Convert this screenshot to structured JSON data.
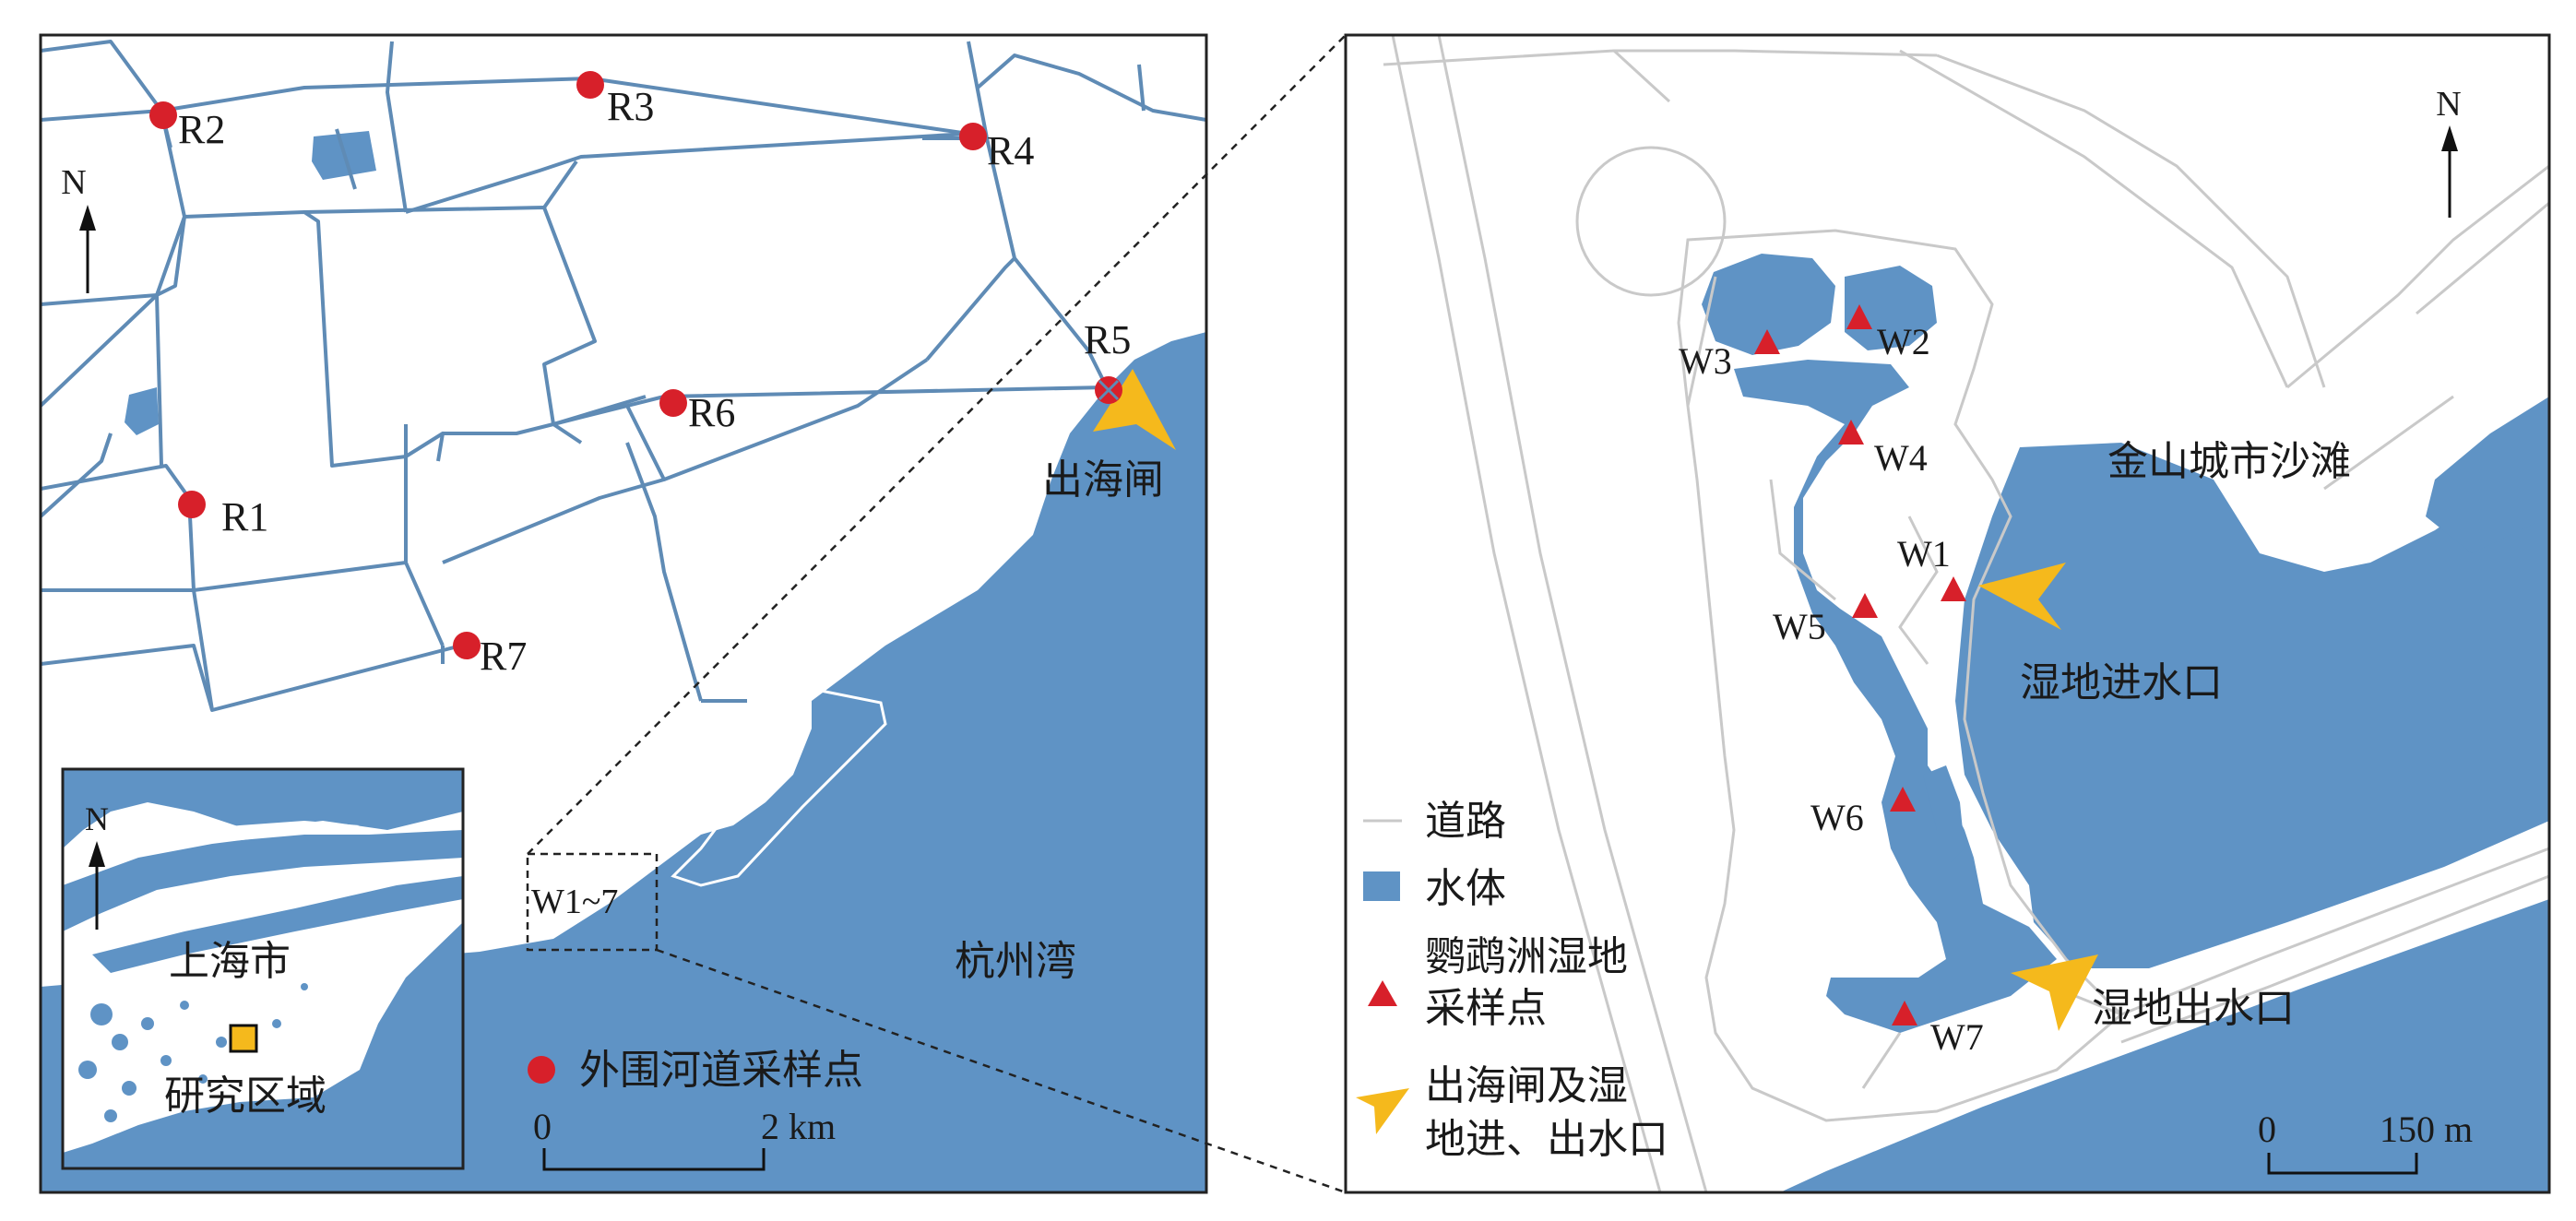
{
  "colors": {
    "water": "#5f93c5",
    "river_line": "#5f8bb5",
    "road": "#c9c9c9",
    "sample_red": "#d7202a",
    "arrow_yellow": "#f5b91c",
    "frame": "#222222"
  },
  "left_map": {
    "river_sites": [
      {
        "id": "R1",
        "label": "R1"
      },
      {
        "id": "R2",
        "label": "R2"
      },
      {
        "id": "R3",
        "label": "R3"
      },
      {
        "id": "R4",
        "label": "R4"
      },
      {
        "id": "R5",
        "label": "R5"
      },
      {
        "id": "R6",
        "label": "R6"
      },
      {
        "id": "R7",
        "label": "R7"
      }
    ],
    "sluice_label": "出海闸",
    "bay_label": "杭州湾",
    "wetland_box_label": "W1~7",
    "north_label": "N",
    "legend_river_sites": "外围河道采样点",
    "scale": {
      "zero": "0",
      "end": "2 km"
    },
    "inset": {
      "north_label": "N",
      "city_label": "上海市",
      "study_area_label": "研究区域"
    }
  },
  "right_map": {
    "wetland_sites": [
      {
        "id": "W1",
        "label": "W1"
      },
      {
        "id": "W2",
        "label": "W2"
      },
      {
        "id": "W3",
        "label": "W3"
      },
      {
        "id": "W4",
        "label": "W4"
      },
      {
        "id": "W5",
        "label": "W5"
      },
      {
        "id": "W6",
        "label": "W6"
      },
      {
        "id": "W7",
        "label": "W7"
      }
    ],
    "beach_label": "金山城市沙滩",
    "inlet_label": "湿地进水口",
    "outlet_label": "湿地出水口",
    "north_label": "N",
    "legend": {
      "road": "道路",
      "water": "水体",
      "wetland_sites_line1": "鹦鹉洲湿地",
      "wetland_sites_line2": "采样点",
      "arrows_line1": "出海闸及湿",
      "arrows_line2": "地进、出水口"
    },
    "scale": {
      "zero": "0",
      "end": "150 m"
    }
  }
}
